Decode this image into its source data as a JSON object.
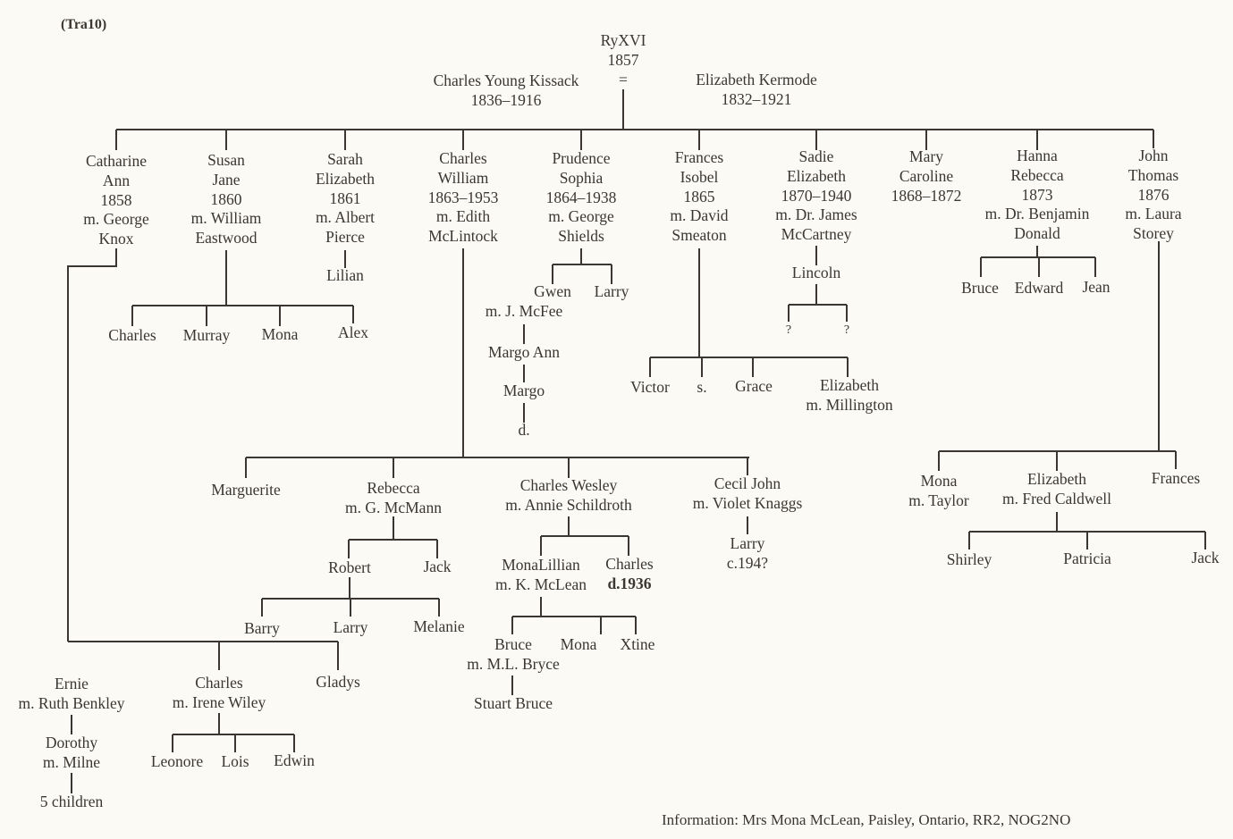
{
  "header": {
    "code": "(Tra10)"
  },
  "footer": {
    "info": "Information: Mrs Mona McLean, Paisley, Ontario, RR2, NOG2NO"
  },
  "nodes": {
    "ref": [
      "RyXVI",
      "1857",
      "="
    ],
    "father": [
      "Charles Young Kissack",
      "1836–1916"
    ],
    "mother": [
      "Elizabeth Kermode",
      "1832–1921"
    ],
    "catharine": [
      "Catharine",
      "Ann",
      "1858",
      "m. George",
      "Knox"
    ],
    "susan": [
      "Susan",
      "Jane",
      "1860",
      "m. William",
      "Eastwood"
    ],
    "sarah": [
      "Sarah",
      "Elizabeth",
      "1861",
      "m. Albert",
      "Pierce"
    ],
    "charles_w": [
      "Charles",
      "William",
      "1863–1953",
      "m. Edith",
      "McLintock"
    ],
    "prudence": [
      "Prudence",
      "Sophia",
      "1864–1938",
      "m. George",
      "Shields"
    ],
    "frances": [
      "Frances",
      "Isobel",
      "1865",
      "m. David",
      "Smeaton"
    ],
    "sadie": [
      "Sadie",
      "Elizabeth",
      "1870–1940",
      "m. Dr. James",
      "McCartney"
    ],
    "mary": [
      "Mary",
      "Caroline",
      "1868–1872"
    ],
    "hanna": [
      "Hanna",
      "Rebecca",
      "1873",
      "m. Dr. Benjamin",
      "Donald"
    ],
    "john": [
      "John",
      "Thomas",
      "1876",
      "m. Laura",
      "Storey"
    ],
    "ernie": [
      "Ernie",
      "m. Ruth Benkley"
    ],
    "dorothy": [
      "Dorothy",
      "m. Milne"
    ],
    "five_children": [
      "5 children"
    ],
    "charles_irene": [
      "Charles",
      "m. Irene Wiley"
    ],
    "gladys": [
      "Gladys"
    ],
    "leonore": [
      "Leonore"
    ],
    "lois": [
      "Lois"
    ],
    "edwin": [
      "Edwin"
    ],
    "s_charles": [
      "Charles"
    ],
    "murray": [
      "Murray"
    ],
    "s_mona": [
      "Mona"
    ],
    "alex": [
      "Alex"
    ],
    "lilian": [
      "Lilian"
    ],
    "marguerite": [
      "Marguerite"
    ],
    "rebecca": [
      "Rebecca",
      "m. G. McMann"
    ],
    "robert": [
      "Robert"
    ],
    "r_jack": [
      "Jack"
    ],
    "barry": [
      "Barry"
    ],
    "r_larry": [
      "Larry"
    ],
    "melanie": [
      "Melanie"
    ],
    "charles_wesley": [
      "Charles Wesley",
      "m. Annie Schildroth"
    ],
    "monalillian": [
      "MonaLillian",
      "m. K. McLean"
    ],
    "charles_d": [
      "Charles",
      "d.1936"
    ],
    "bruce_bryce": [
      "Bruce",
      "m. M.L. Bryce"
    ],
    "m_mona": [
      "Mona"
    ],
    "xtine": [
      "Xtine"
    ],
    "stuart": [
      "Stuart Bruce"
    ],
    "cecil": [
      "Cecil John",
      "m. Violet Knaggs"
    ],
    "c_larry": [
      "Larry",
      "c.194?"
    ],
    "gwen": [
      "Gwen"
    ],
    "p_larry": [
      "Larry"
    ],
    "mcfee": [
      "m. J. McFee"
    ],
    "margo_ann": [
      "Margo Ann"
    ],
    "margo": [
      "Margo"
    ],
    "margo_d": [
      "d."
    ],
    "victor": [
      "Victor"
    ],
    "f_s": [
      "s."
    ],
    "grace": [
      "Grace"
    ],
    "f_elizabeth": [
      "Elizabeth",
      "m. Millington"
    ],
    "lincoln": [
      "Lincoln"
    ],
    "q1": [
      "?"
    ],
    "q2": [
      "?"
    ],
    "h_bruce": [
      "Bruce"
    ],
    "edward": [
      "Edward"
    ],
    "jean": [
      "Jean"
    ],
    "j_mona": [
      "Mona",
      "m. Taylor"
    ],
    "j_elizabeth": [
      "Elizabeth",
      "m. Fred Caldwell"
    ],
    "j_frances": [
      "Frances"
    ],
    "shirley": [
      "Shirley"
    ],
    "patricia": [
      "Patricia"
    ],
    "j_jack": [
      "Jack"
    ]
  }
}
